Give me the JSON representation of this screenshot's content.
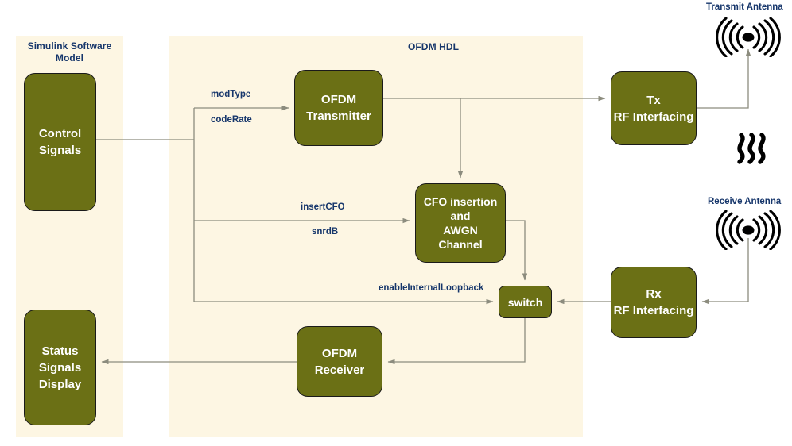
{
  "diagram": {
    "title": "OFDM HDL transceiver block diagram",
    "colors": {
      "panel_bg": "#fdf6e3",
      "block_fill": "#6b7015",
      "block_border": "#1a1a1a",
      "label_text": "#16366b",
      "block_text": "#ffffff",
      "wire": "#8c8c7e",
      "icon": "#000000"
    }
  },
  "panels": [
    {
      "name": "simulink-panel",
      "title": "Simulink Software\nModel"
    },
    {
      "name": "ofdm-hdl-panel",
      "title": "OFDM HDL"
    }
  ],
  "blocks": [
    {
      "id": "control-signals",
      "label": "Control\nSignals"
    },
    {
      "id": "status-display",
      "label": "Status\nSignals\nDisplay"
    },
    {
      "id": "ofdm-transmitter",
      "label": "OFDM\nTransmitter"
    },
    {
      "id": "cfo-awgn-channel",
      "label": "CFO insertion\nand\nAWGN\nChannel"
    },
    {
      "id": "switch",
      "label": "switch"
    },
    {
      "id": "ofdm-receiver",
      "label": "OFDM\nReceiver"
    },
    {
      "id": "tx-rf-interfacing",
      "label": "Tx\nRF Interfacing"
    },
    {
      "id": "rx-rf-interfacing",
      "label": "Rx\nRF Interfacing"
    }
  ],
  "signal_labels": [
    {
      "id": "modType",
      "text": "modType"
    },
    {
      "id": "codeRate",
      "text": "codeRate"
    },
    {
      "id": "insertCFO",
      "text": "insertCFO"
    },
    {
      "id": "snrdB",
      "text": "snrdB"
    },
    {
      "id": "enableInternalLoopback",
      "text": "enableInternalLoopback"
    }
  ],
  "antennas": [
    {
      "id": "transmit-antenna",
      "label": "Transmit Antenna"
    },
    {
      "id": "receive-antenna",
      "label": "Receive Antenna"
    }
  ],
  "icons": [
    {
      "id": "transmit-antenna-icon",
      "name": "antenna-icon"
    },
    {
      "id": "receive-antenna-icon",
      "name": "antenna-icon"
    },
    {
      "id": "rf-wave-icon",
      "name": "radio-wave-icon"
    }
  ]
}
